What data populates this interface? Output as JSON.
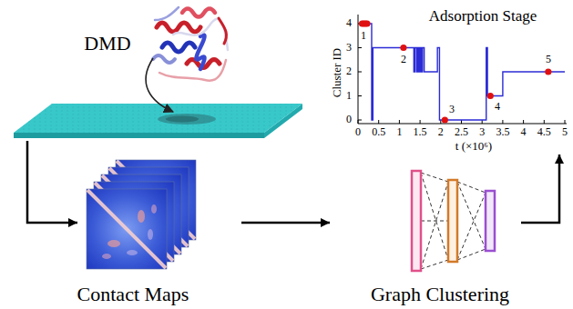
{
  "diagram": {
    "nodes": [
      {
        "text": [
          "DMD"
        ]
      },
      {
        "text": [
          "Adsorption Stage"
        ]
      },
      {
        "text": [
          "Contact Maps"
        ]
      },
      {
        "text": [
          "Graph Clustering"
        ]
      }
    ],
    "edges": [
      {
        "from": 0,
        "to": 2,
        "arrow": "to"
      },
      {
        "from": 2,
        "to": 3,
        "arrow": "to"
      },
      {
        "from": 3,
        "to": 1,
        "arrow": "to"
      }
    ],
    "labels": [
      "Cluster ID",
      "4",
      "3",
      "2",
      "1",
      "0",
      "0",
      "0.5",
      "1",
      "1.5",
      "2",
      "2.5",
      "3",
      "3.5",
      "4",
      "4.5",
      "5",
      "t (×10⁶)",
      "1",
      "2",
      "3",
      "4",
      "5"
    ]
  }
}
